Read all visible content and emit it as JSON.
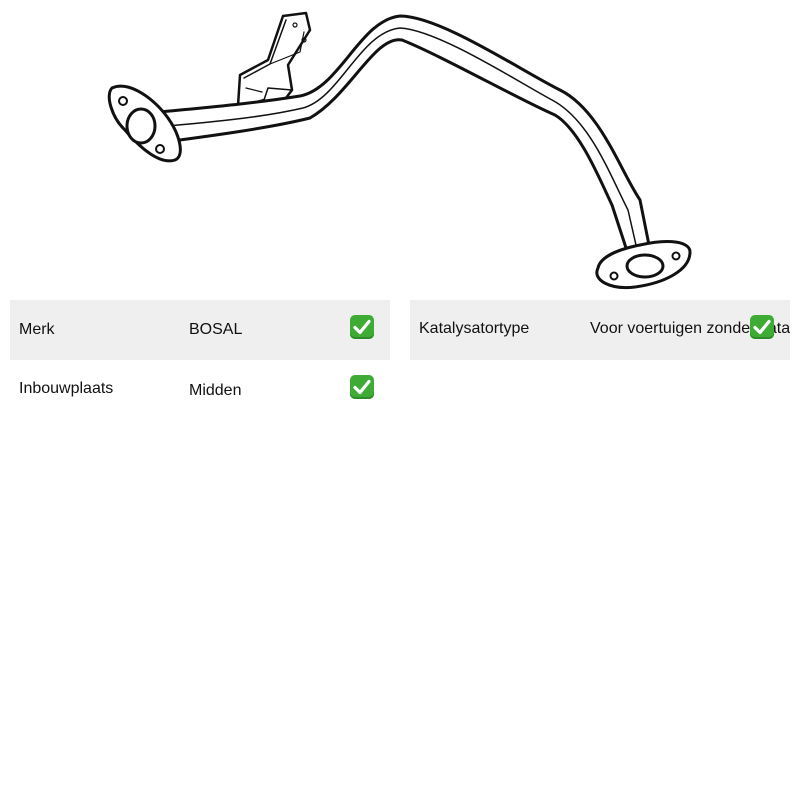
{
  "product": {
    "image_icon": "exhaust-pipe-illustration",
    "image_alt": ""
  },
  "specs_left": [
    {
      "label": "Merk",
      "value": "BOSAL",
      "status_icon": "check-mark-icon"
    },
    {
      "label": "Inbouwplaats",
      "value": "Midden",
      "status_icon": "check-mark-icon"
    }
  ],
  "specs_right": [
    {
      "label": "Katalysatortype",
      "value": "Voor voertuigen zonder katalysator",
      "status_icon": "check-mark-icon"
    }
  ],
  "colors": {
    "row_shade": "#efefef",
    "check_green": "#3dab34"
  }
}
